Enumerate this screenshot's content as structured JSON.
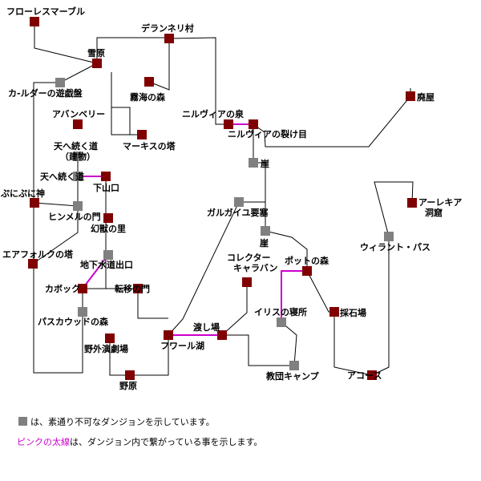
{
  "colors": {
    "background": "#ffffff",
    "line": "#000000",
    "internal_link": "#cc00cc",
    "passable": "#800000",
    "impassable": "#808080"
  },
  "locations": [
    {
      "id": "floresmarble",
      "label": "フローレスマーブル",
      "type": "passable"
    },
    {
      "id": "deranneri",
      "label": "デランネリ村",
      "type": "passable"
    },
    {
      "id": "setsugen",
      "label": "雪原",
      "type": "passable"
    },
    {
      "id": "kaldo",
      "label": "カ-ルダーの遊戯盤",
      "type": "impassable"
    },
    {
      "id": "mukai",
      "label": "霧海の森",
      "type": "passable"
    },
    {
      "id": "haioku",
      "label": "廃屋",
      "type": "passable"
    },
    {
      "id": "abanberry",
      "label": "アバンベリー",
      "type": "passable"
    },
    {
      "id": "niruvia_izumi",
      "label": "ニルヴィアの泉",
      "type": "passable"
    },
    {
      "id": "niruvia_sakeme",
      "label": "ニルヴィアの裂け目",
      "type": "passable"
    },
    {
      "id": "markis",
      "label": "マーキスの塔",
      "type": "passable"
    },
    {
      "id": "tenhe_kenbutsu",
      "label": "天へ続く道\n（建物）",
      "type": "impassable"
    },
    {
      "id": "gake1",
      "label": "崖",
      "type": "impassable"
    },
    {
      "id": "tenhe_michi",
      "label": "天へ続く道",
      "type": "impassable"
    },
    {
      "id": "shimoyamaguchi",
      "label": "下山口",
      "type": "passable"
    },
    {
      "id": "punipuni",
      "label": "ぷにぷに神",
      "type": "passable"
    },
    {
      "id": "garugaiu",
      "label": "ガルガイユ要塞",
      "type": "impassable"
    },
    {
      "id": "arekia",
      "label": "アーレキア\n洞窟",
      "type": "passable"
    },
    {
      "id": "hinmeru",
      "label": "ヒンメルの門",
      "type": "impassable"
    },
    {
      "id": "genju",
      "label": "幻獣の里",
      "type": "passable"
    },
    {
      "id": "gake2",
      "label": "崖",
      "type": "impassable"
    },
    {
      "id": "wirant",
      "label": "ウィラント・パス",
      "type": "impassable"
    },
    {
      "id": "aerfork",
      "label": "エアフォルクの塔",
      "type": "passable"
    },
    {
      "id": "chikasuido",
      "label": "地下水道出口",
      "type": "impassable"
    },
    {
      "id": "pot",
      "label": "ポットの森",
      "type": "passable"
    },
    {
      "id": "collector",
      "label": "コレクター\nキャラバン",
      "type": "passable"
    },
    {
      "id": "kabok",
      "label": "カボック",
      "type": "passable"
    },
    {
      "id": "tenyou",
      "label": "転移の門",
      "type": "passable"
    },
    {
      "id": "iris",
      "label": "イリスの寝所",
      "type": "impassable"
    },
    {
      "id": "saisekiba",
      "label": "採石場",
      "type": "passable"
    },
    {
      "id": "pascau",
      "label": "パスカウッドの森",
      "type": "impassable"
    },
    {
      "id": "yagai",
      "label": "野外演劇場",
      "type": "passable"
    },
    {
      "id": "watashiba",
      "label": "渡し場",
      "type": "passable"
    },
    {
      "id": "fuwaru",
      "label": "フワール湖",
      "type": "passable"
    },
    {
      "id": "kyodan",
      "label": "教団キャンプ",
      "type": "impassable"
    },
    {
      "id": "acorse",
      "label": "アコース",
      "type": "passable"
    },
    {
      "id": "nohara",
      "label": "野原",
      "type": "passable"
    }
  ],
  "legend": {
    "impassable_text": "は、素通り不可なダンジョンを示しています。",
    "pink_highlight": "ピンクの太線",
    "pink_rest": "は、ダンジョン内で繋がっている事を示します。"
  }
}
